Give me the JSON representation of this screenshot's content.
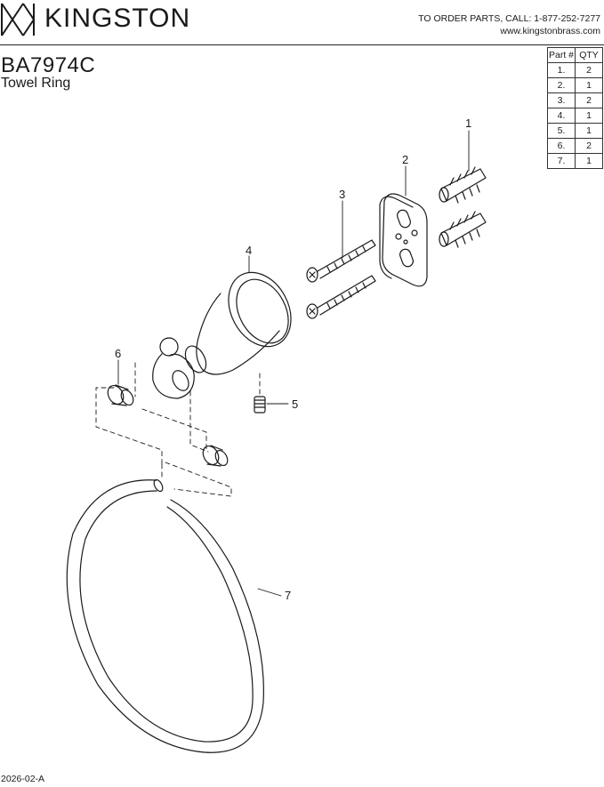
{
  "header": {
    "brand": "KINGSTON",
    "order_line": "TO ORDER PARTS, CALL: 1-877-252-7277",
    "website": "www.kingstonbrass.com"
  },
  "product": {
    "model": "BA7974C",
    "name": "Towel Ring"
  },
  "parts_table": {
    "headers": [
      "Part #",
      "QTY"
    ],
    "rows": [
      {
        "part": "1.",
        "qty": "2"
      },
      {
        "part": "2.",
        "qty": "1"
      },
      {
        "part": "3.",
        "qty": "2"
      },
      {
        "part": "4.",
        "qty": "1"
      },
      {
        "part": "5.",
        "qty": "1"
      },
      {
        "part": "6.",
        "qty": "2"
      },
      {
        "part": "7.",
        "qty": "1"
      }
    ]
  },
  "callouts": [
    "1",
    "2",
    "3",
    "4",
    "5",
    "6",
    "7"
  ],
  "footer": {
    "doc_code": "2026-02-A"
  }
}
